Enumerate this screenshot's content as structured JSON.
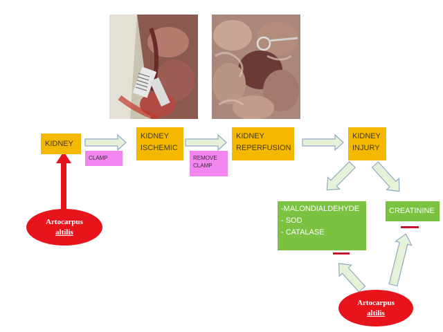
{
  "photos": [
    {
      "name": "clamp-photo"
    },
    {
      "name": "reperfusion-photo"
    }
  ],
  "boxes": {
    "kidney": [
      "KIDNEY"
    ],
    "ischemic": [
      "KIDNEY",
      "ISCHEMIC"
    ],
    "reperfusion": [
      "KIDNEY",
      "REPERFUSION"
    ],
    "injury": [
      "KIDNEY",
      "INJURY"
    ]
  },
  "labels": {
    "clamp": "CLAMP",
    "remove_clamp": [
      "REMOVE",
      "CLAMP"
    ]
  },
  "markers": {
    "oxidative": [
      "-MALONDIALDEHYDE",
      "- SOD",
      "- CATALASE"
    ],
    "creatinine": "CREATININE"
  },
  "treatment": {
    "left": [
      "Artocarpus",
      "altilis"
    ],
    "right": [
      "Artocarpus",
      "altilis"
    ]
  },
  "colors": {
    "box_orange": "#f5b800",
    "label_pink": "#f285ef",
    "marker_green": "#7cc242",
    "oval_red": "#e8141b",
    "arrow_fill": "#e6f2d8",
    "arrow_stroke": "#8fa9c2",
    "red_arrow": "#e8141b",
    "minus_sign": "#c4122f"
  }
}
